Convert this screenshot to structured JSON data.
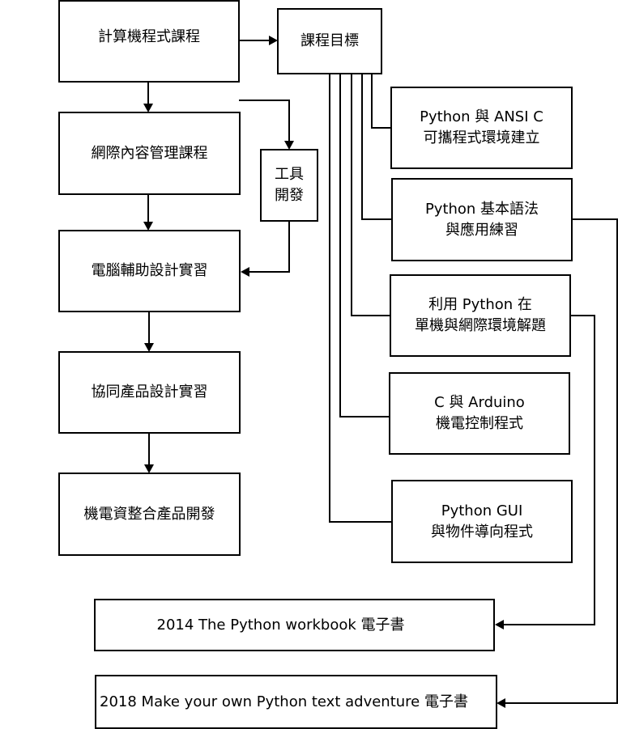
{
  "flow": {
    "computer_programming": "計算機程式課程",
    "web_cms": "網際內容管理課程",
    "cad_practice": "電腦輔助設計實習",
    "collab_design": "協同產品設計實習",
    "mechatronics": "機電資整合產品開發"
  },
  "tools": {
    "line1": "工具",
    "line2": "開發"
  },
  "goals": {
    "title": "課程目標",
    "items": [
      {
        "line1": "Python 與 ANSI C",
        "line2": "可攜程式環境建立"
      },
      {
        "line1": "Python 基本語法",
        "line2": "與應用練習"
      },
      {
        "line1": "利用 Python 在",
        "line2": "單機與網際環境解題"
      },
      {
        "line1": "C 與 Arduino",
        "line2": "機電控制程式"
      },
      {
        "line1": "Python GUI",
        "line2": "與物件導向程式"
      }
    ]
  },
  "ebooks": [
    "2014 The Python workbook 電子書",
    "2018 Make your own Python text adventure 電子書"
  ]
}
